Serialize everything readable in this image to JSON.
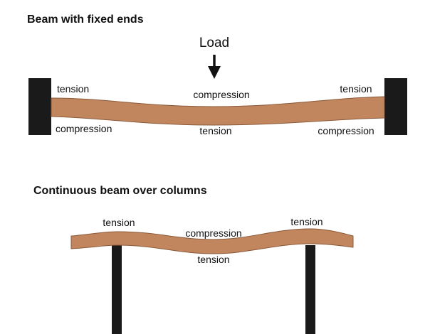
{
  "colors": {
    "beam_fill": "#c2865e",
    "beam_stroke": "#8a5a3a",
    "support": "#1a1a1a",
    "text": "#111111"
  },
  "diagram1": {
    "title": "Beam with fixed ends",
    "load_label": "Load",
    "labels": {
      "top_left": "tension",
      "top_center": "compression",
      "top_right": "tension",
      "bottom_left": "compression",
      "bottom_center": "tension",
      "bottom_right": "compression"
    }
  },
  "diagram2": {
    "title": "Continuous beam over columns",
    "labels": {
      "top_left": "tension",
      "top_center": "compression",
      "top_right": "tension",
      "bottom_center": "tension"
    }
  }
}
